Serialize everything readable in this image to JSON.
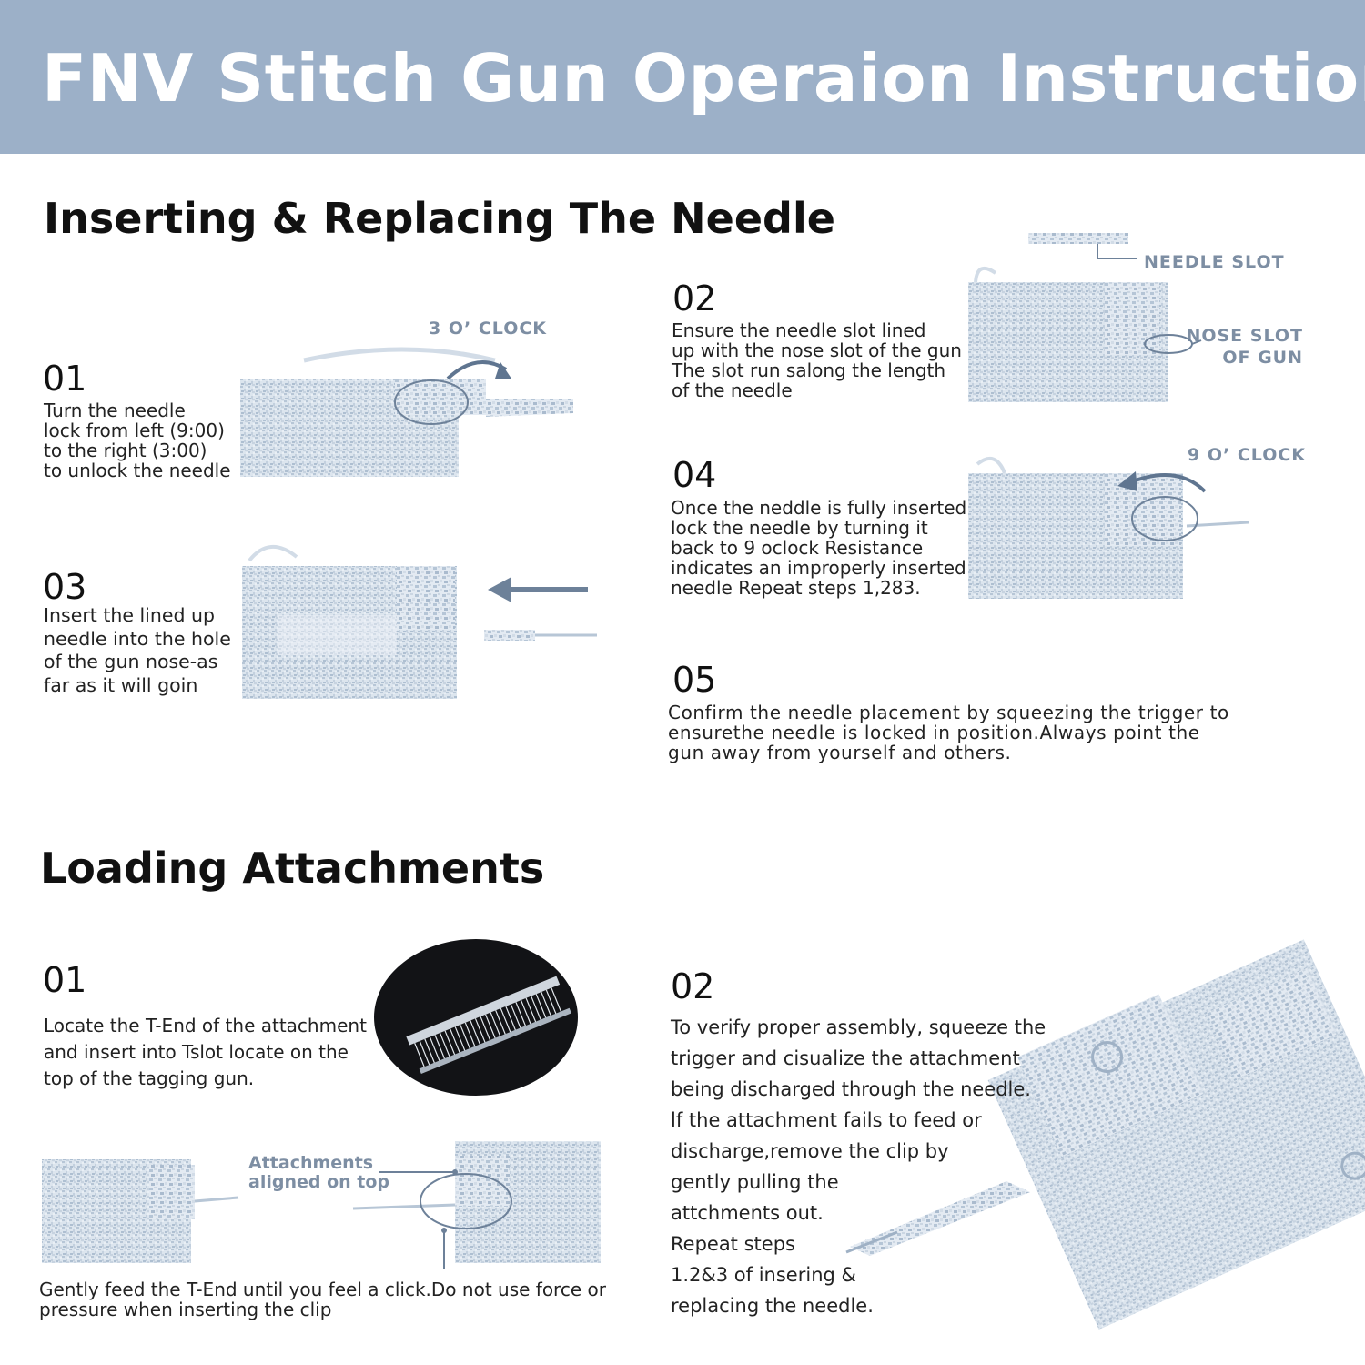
{
  "header": {
    "title": "FNV Stitch Gun Operaion Instruction"
  },
  "colors": {
    "banner": "#9cb0c8",
    "accent": "#7d8ea3",
    "illustration": "#c9d6e3"
  },
  "needle_section": {
    "title": "Inserting & Replacing The Needle",
    "steps": [
      {
        "number": "01",
        "lines": [
          "Turn the needle",
          "lock from left (9:00)",
          "to the right (3:00)",
          "to unlock the needle"
        ],
        "callout": "3 O’ CLOCK"
      },
      {
        "number": "02",
        "lines": [
          "Ensure the needle slot lined",
          "up with the nose slot of the gun",
          "The slot run salong the length",
          "of the needle"
        ],
        "callout_top": "NEEDLE SLOT",
        "callout_side": [
          "NOSE SLOT",
          "OF GUN"
        ]
      },
      {
        "number": "03",
        "lines": [
          "Insert the lined up",
          "needle into the hole",
          "of the gun nose-as",
          "far as it will goin"
        ]
      },
      {
        "number": "04",
        "lines": [
          "Once the neddle is fully inserted",
          "lock the needle by turning it",
          "back to 9 oclock Resistance",
          "indicates an improperly inserted",
          "needle Repeat steps 1,283."
        ],
        "callout": "9 O’ CLOCK"
      },
      {
        "number": "05",
        "lines": [
          "Confirm the needle placement by squeezing the trigger to",
          "ensurethe needle is locked in position.Always point the",
          "gun away from yourself and others."
        ]
      }
    ]
  },
  "attach_section": {
    "title": "Loading Attachments",
    "steps": [
      {
        "number": "01",
        "lines": [
          "Locate the T-End of the attachment",
          "and insert into Tslot locate on the",
          "top of the tagging gun."
        ],
        "callout": [
          "Attachments",
          "aligned on top"
        ],
        "footer_lines": [
          "Gently feed the T-End until you feel a click.Do not use force or",
          "pressure when inserting the clip"
        ]
      },
      {
        "number": "02",
        "lines": [
          "To verify proper assembly, squeeze the",
          "trigger and cisualize the attachment",
          "being discharged through the needle.",
          "lf the attachment fails to feed or",
          "discharge,remove the clip by",
          "gently pulling the",
          "attchments out.",
          "Repeat steps",
          "1.2&3 of insering &",
          "replacing the needle."
        ]
      }
    ]
  }
}
